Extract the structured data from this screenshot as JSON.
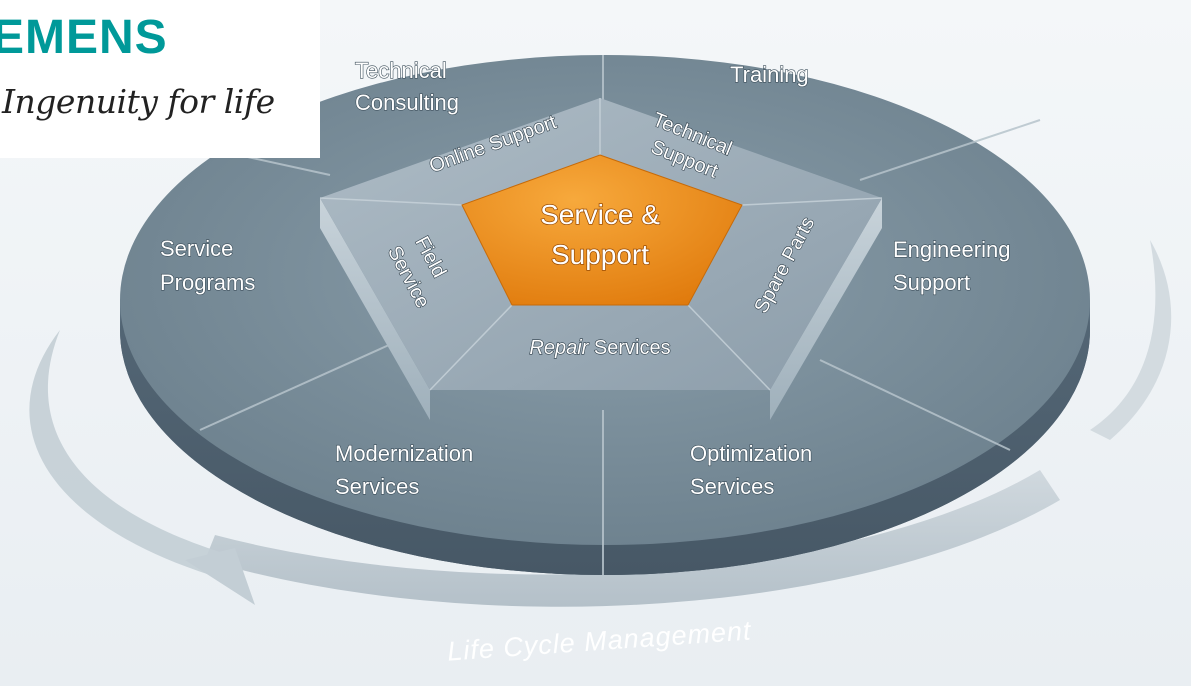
{
  "logo": {
    "wordmark": "EMENS",
    "tagline": "Ingenuity for life"
  },
  "core": {
    "line1": "Service &",
    "line2": "Support",
    "color": "#f0901e"
  },
  "inner_ring": {
    "online_support": "Online Support",
    "technical_support_1": "Technical",
    "technical_support_2": "Support",
    "spare_parts": "Spare Parts",
    "repair_italic": "Repair",
    "repair_rest": " Services",
    "field_service_1": "Field",
    "field_service_2": "Service"
  },
  "outer_ring": {
    "technical_consulting_1": "Technical",
    "technical_consulting_2": "Consulting",
    "training": "Training",
    "engineering_support_1": "Engineering",
    "engineering_support_2": "Support",
    "optimization_services_1": "Optimization",
    "optimization_services_2": "Services",
    "modernization_services_1": "Modernization",
    "modernization_services_2": "Services",
    "service_programs_1": "Service",
    "service_programs_2": "Programs"
  },
  "lifecycle": {
    "label": "Life Cycle Management"
  },
  "colors": {
    "disc_top": "#7d919d",
    "disc_side": "#56697a",
    "ring_arrow": "#bac6ce",
    "accent_teal": "#009999"
  }
}
